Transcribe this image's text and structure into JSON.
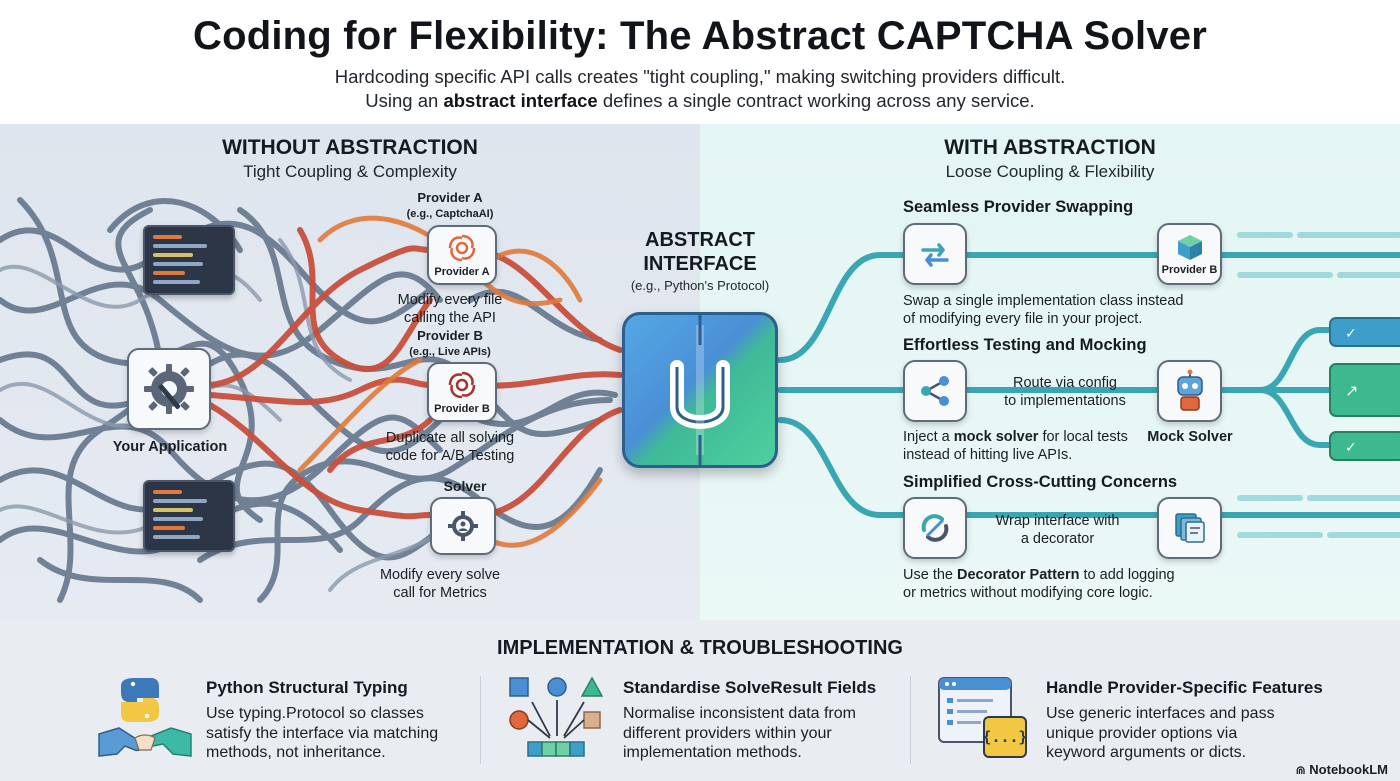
{
  "header": {
    "title": "Coding for Flexibility: The Abstract CAPTCHA Solver",
    "subtitle_line1": "Hardcoding specific API calls creates \"tight coupling,\" making switching providers difficult.",
    "subtitle_line2_pre": "Using an ",
    "subtitle_line2_bold": "abstract interface",
    "subtitle_line2_post": " defines a single contract working across any service."
  },
  "left": {
    "heading": "WITHOUT ABSTRACTION",
    "subheading": "Tight Coupling & Complexity",
    "your_app": "Your Application",
    "provider_a_title": "Provider A",
    "provider_a_eg": "(e.g., CaptchaAI)",
    "provider_a_tile": "Provider A",
    "provider_a_note_1": "Modify every file",
    "provider_a_note_2": "calling the API",
    "provider_b_title": "Provider B",
    "provider_b_eg": "(e.g., Live APIs)",
    "provider_b_tile": "Provider B",
    "provider_b_note_1": "Duplicate all solving",
    "provider_b_note_2": "code for A/B Testing",
    "solver_title": "Solver",
    "solver_note_1": "Modify every solve",
    "solver_note_2": "call for Metrics"
  },
  "center": {
    "title_1": "ABSTRACT",
    "title_2": "INTERFACE",
    "subtitle": "(e.g., Python's Protocol)"
  },
  "right": {
    "heading": "WITH ABSTRACTION",
    "subheading": "Loose Coupling & Flexibility",
    "s1_title": "Seamless Provider Swapping",
    "s1_tile": "Provider B",
    "s1_text_1": "Swap a single implementation class instead",
    "s1_text_2": "of modifying every file in your project.",
    "s2_title": "Effortless Testing and Mocking",
    "s2_route_1": "Route via config",
    "s2_route_2": "to implementations",
    "s2_mock": "Mock Solver",
    "s2_text_1_pre": "Inject a ",
    "s2_text_1_bold": "mock solver",
    "s2_text_1_post": " for local tests",
    "s2_text_2": "instead of hitting live APIs.",
    "s3_title": "Simplified Cross-Cutting Concerns",
    "s3_wrap_1": "Wrap interface with",
    "s3_wrap_2": "a decorator",
    "s3_text_1_pre": "Use the ",
    "s3_text_1_bold": "Decorator Pattern",
    "s3_text_1_post": " to add logging",
    "s3_text_2": "or metrics without modifying core logic."
  },
  "bottom": {
    "title": "IMPLEMENTATION & TROUBLESHOOTING",
    "c1_title": "Python Structural Typing",
    "c1_l1": "Use typing.Protocol so classes",
    "c1_l2": "satisfy the interface via matching",
    "c1_l3": "methods, not inheritance.",
    "c2_title": "Standardise SolveResult Fields",
    "c2_l1": "Normalise inconsistent data from",
    "c2_l2": "different providers within your",
    "c2_l3": "implementation methods.",
    "c3_title": "Handle Provider-Specific Features",
    "c3_l1": "Use generic interfaces and pass",
    "c3_l2": "unique provider options via",
    "c3_l3": "keyword arguments or dicts.",
    "c3_icon_text": "{...}",
    "brand": "NotebookLM"
  },
  "colors": {
    "wire_red": "#c9503c",
    "wire_orange": "#e07a3c",
    "wire_slate": "#5d6f86",
    "wire_teal": "#3aa6b3",
    "accent_blue": "#4a8fd6",
    "accent_green": "#3fb996"
  }
}
